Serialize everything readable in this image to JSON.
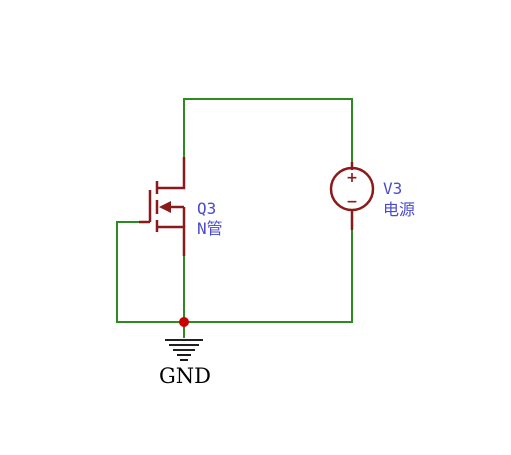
{
  "colors": {
    "wire": "#2e8b22",
    "component": "#8b1a1a",
    "junction": "#cc0000",
    "ground": "#000000",
    "label": "#4a4ad0"
  },
  "components": {
    "mosfet": {
      "designator": "Q3",
      "value": "N管"
    },
    "source": {
      "designator": "V3",
      "value": "电源",
      "plus": "+",
      "minus": "−"
    },
    "ground": {
      "label": "GND"
    }
  }
}
